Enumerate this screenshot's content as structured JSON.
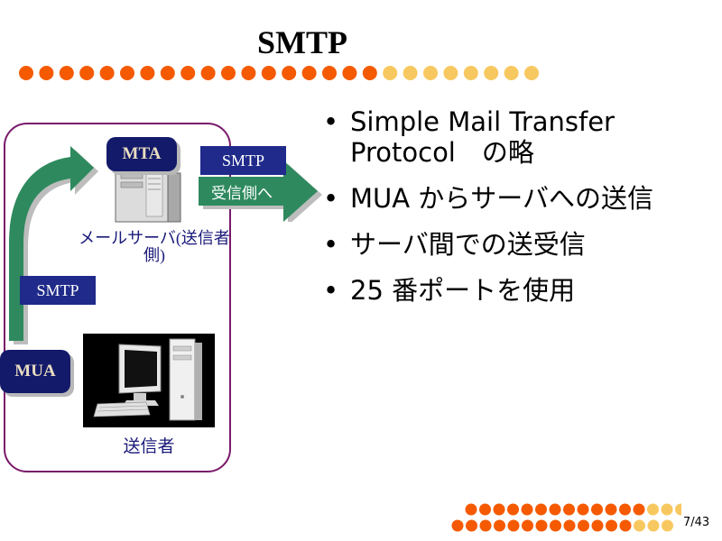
{
  "slide": {
    "title": "SMTP",
    "page_number": "7/43"
  },
  "diagram": {
    "mta_label": "MTA",
    "smtp_top_label": "SMTP",
    "receive_side_label": "受信側へ",
    "mail_server_label": "メールサーバ(送信者側)",
    "smtp_left_label": "SMTP",
    "mua_label": "MUA",
    "sender_label": "送信者"
  },
  "bullets": [
    "Simple Mail Transfer Protocol　の略",
    "MUA からサーバへの送信",
    "サーバ間での送受信",
    "25 番ポートを使用"
  ],
  "colors": {
    "dot_orange": "#f55a00",
    "dot_pale": "#f8c860",
    "arrow_green": "#2e8a5e",
    "frame_purple": "#7a1a6a",
    "navy": "#1f2a8a"
  }
}
